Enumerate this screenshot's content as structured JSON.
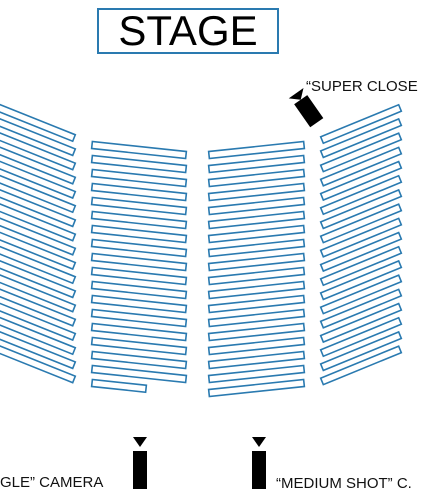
{
  "stage": {
    "label": "STAGE"
  },
  "cameras": {
    "super_closeup": {
      "label": "“SUPER CLOSE"
    },
    "wide_angle": {
      "label": "GLE” CAMERA"
    },
    "medium_shot": {
      "label": "“MEDIUM SHOT” C."
    }
  },
  "seating": {
    "sections": [
      {
        "id": "left",
        "rows": 18
      },
      {
        "id": "center-left",
        "rows": 18
      },
      {
        "id": "center-right",
        "rows": 18
      },
      {
        "id": "right",
        "rows": 18
      }
    ]
  },
  "colors": {
    "row_stroke": "#2a7ab0",
    "row_fill": "#ffffff",
    "camera": "#000000"
  }
}
